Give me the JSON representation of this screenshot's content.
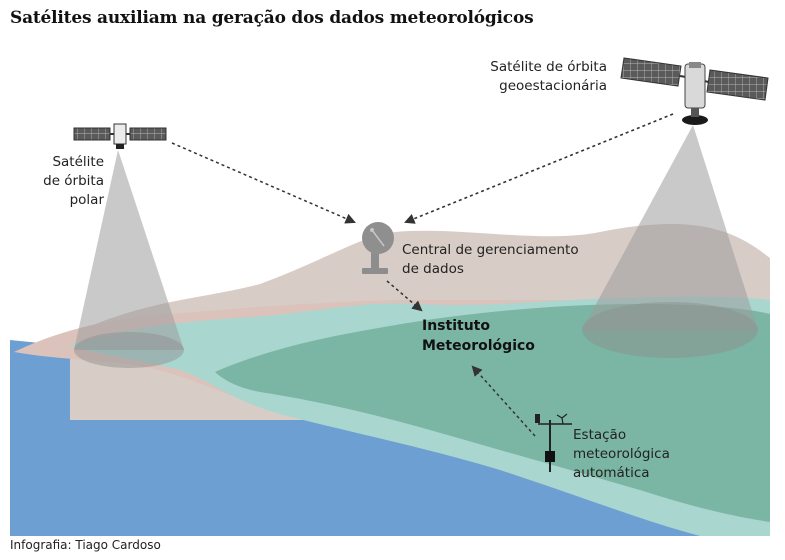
{
  "title": "Satélites auxiliam na geração dos dados meteorológicos",
  "credit": "Infografia: Tiago Cardoso",
  "labels": {
    "geo_satellite": [
      "Satélite de órbita",
      "geoestacionária"
    ],
    "polar_satellite": [
      "Satélite",
      "de órbita",
      "polar"
    ],
    "central": [
      "Central de gerenciamento",
      "de dados"
    ],
    "institute": [
      "Instituto",
      "Meteorológico"
    ],
    "station": [
      "Estação",
      "meteorológica",
      "automática"
    ]
  },
  "colors": {
    "ocean": "#6d9fd3",
    "beach": "#dbc3bc",
    "mountains": "#d8cdc6",
    "land_light": "#a9d6cf",
    "land_dark": "#7bb5a3",
    "beam": "#9c9c9c",
    "arrow": "#333333"
  }
}
